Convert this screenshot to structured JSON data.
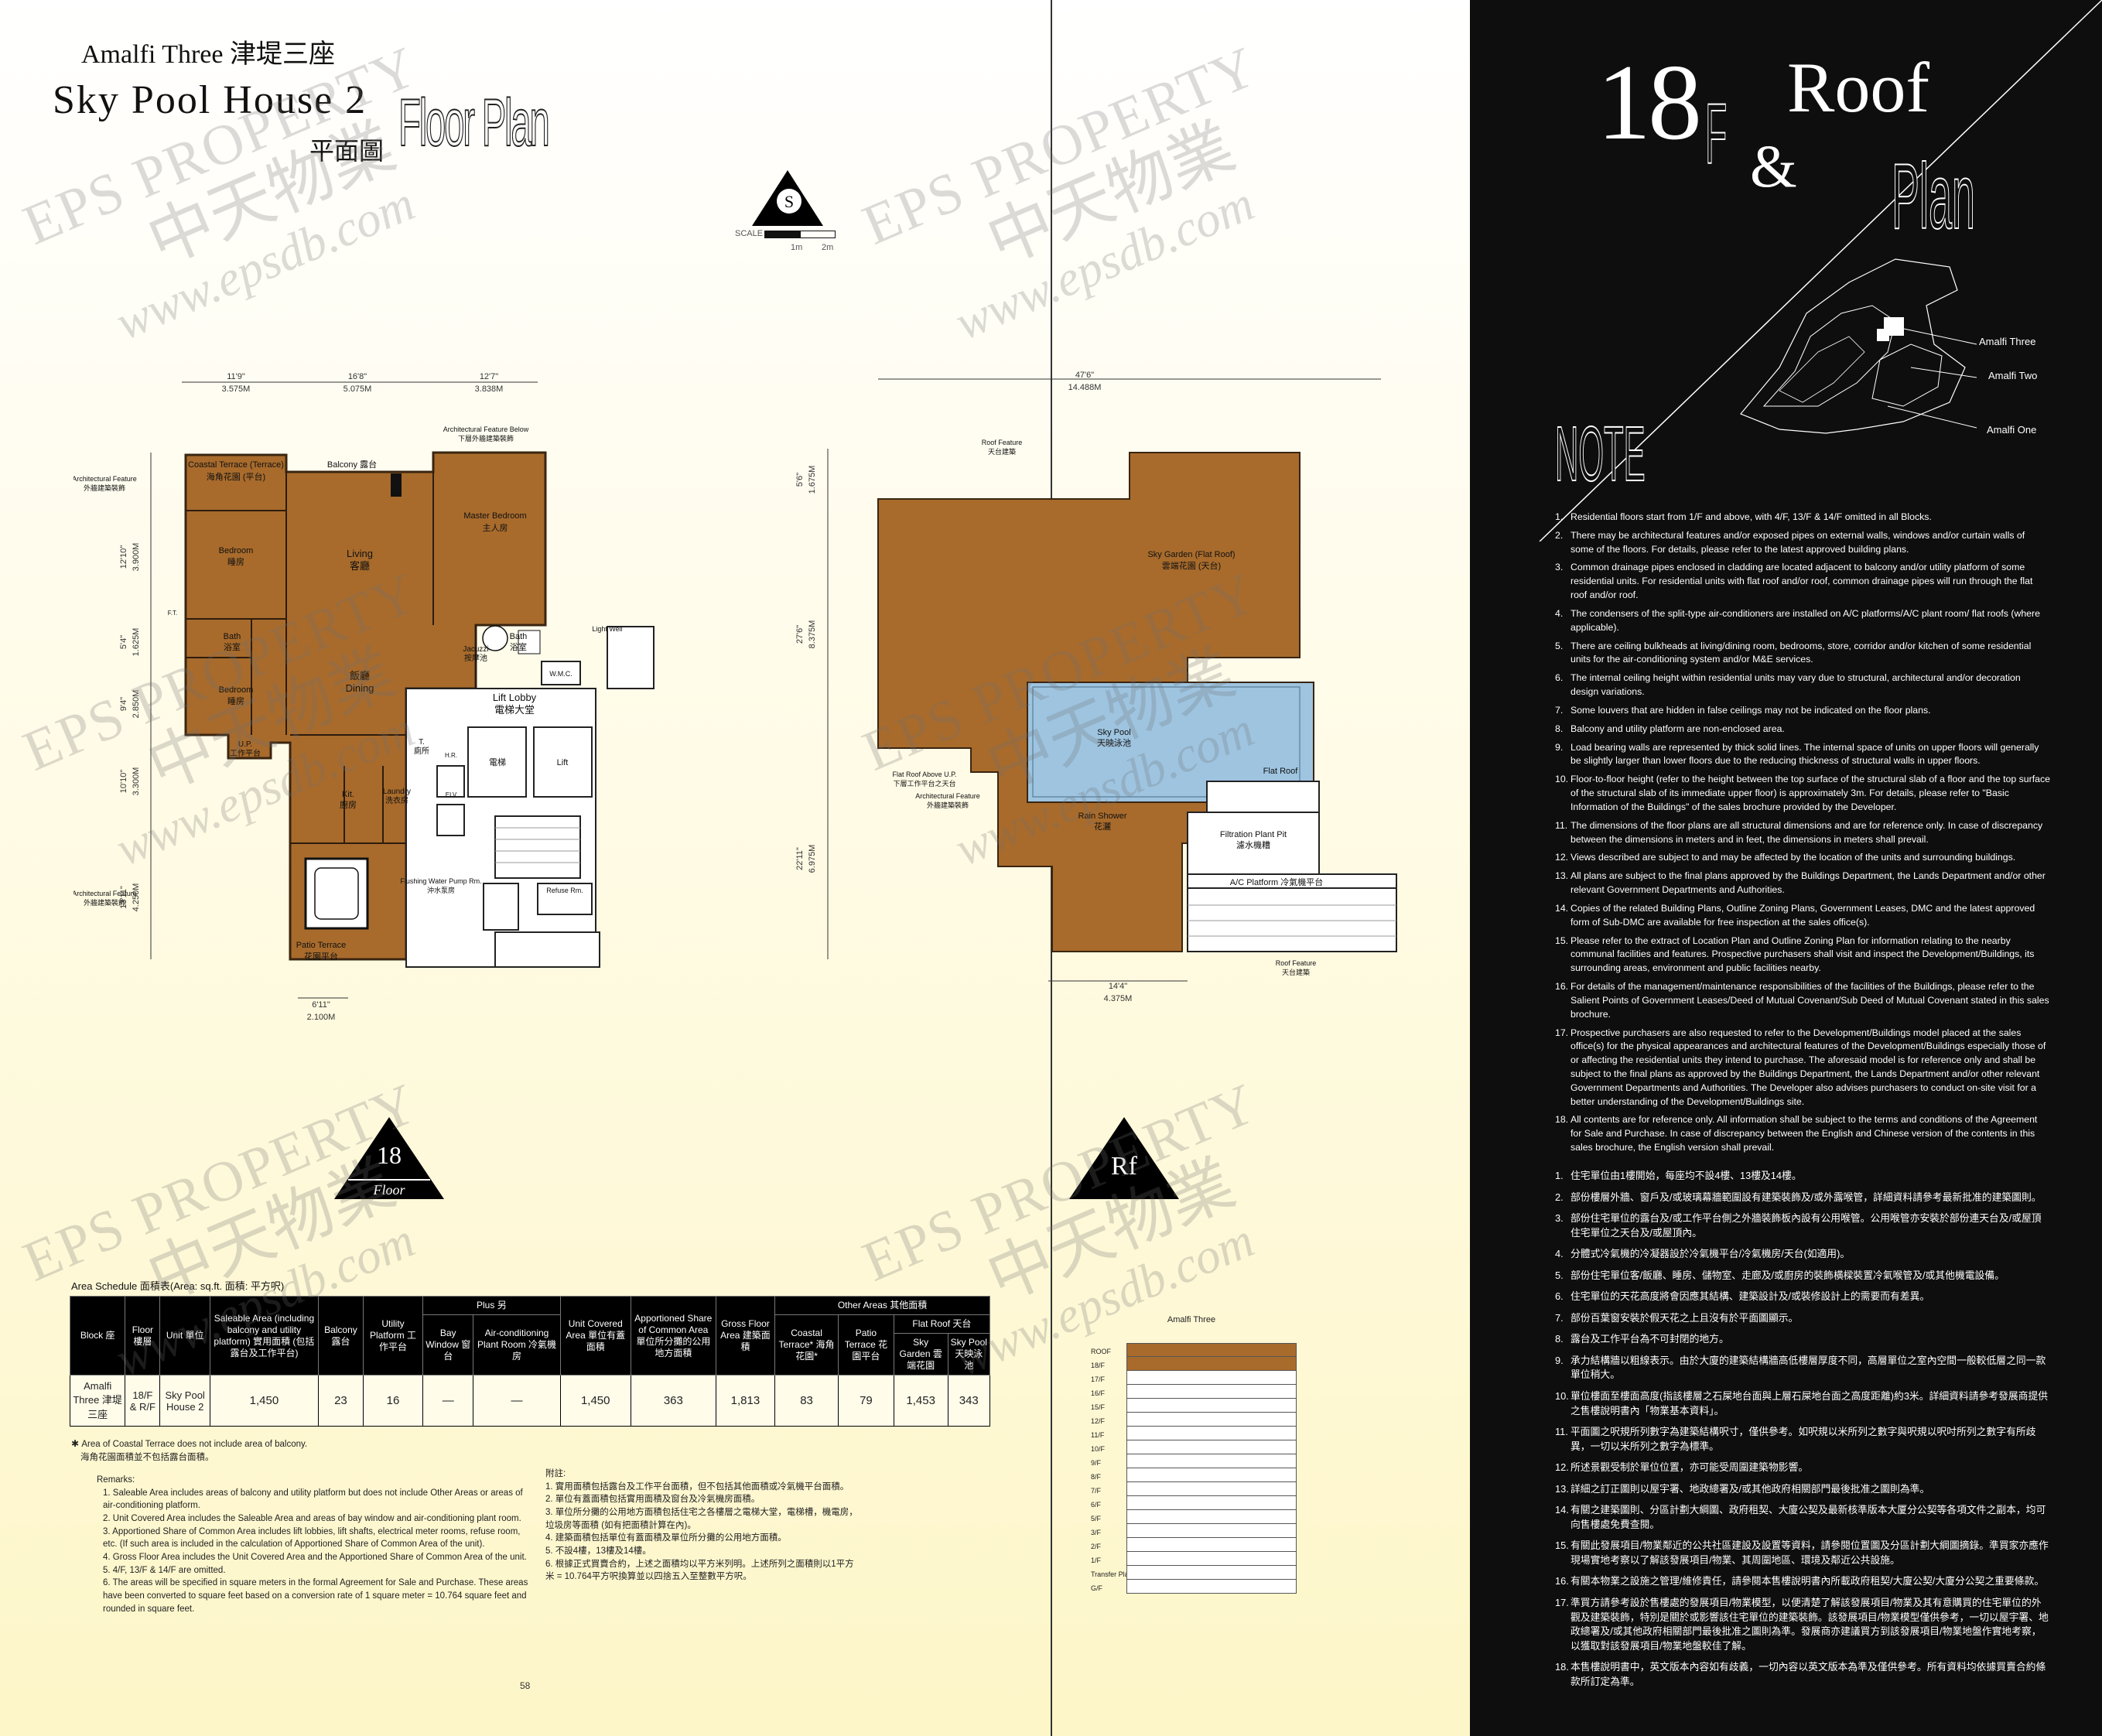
{
  "header": {
    "block": "Amalfi Three 津堤三座",
    "title": "Sky Pool House 2",
    "floor_plan": "Floor Plan",
    "floor_plan_cn": "平面圖"
  },
  "compass": {
    "letter": "S",
    "scale_label": "SCALE",
    "scale_1": "1m",
    "scale_2": "2m"
  },
  "plan_18": {
    "dims_top": [
      {
        "ft": "11'9\"",
        "m": "3.575M"
      },
      {
        "ft": "16'8\"",
        "m": "5.075M"
      },
      {
        "ft": "12'7\"",
        "m": "3.838M"
      }
    ],
    "dims_left": [
      {
        "ft": "12'10\"",
        "m": "3.900M"
      },
      {
        "ft": "5'4\"",
        "m": "1.625M"
      },
      {
        "ft": "9'4\"",
        "m": "2.850M"
      },
      {
        "ft": "10'10\"",
        "m": "3.300M"
      },
      {
        "ft": "13'11\"",
        "m": "4.250M"
      }
    ],
    "dim_bottom": {
      "ft": "6'11\"",
      "m": "2.100M"
    },
    "labels": {
      "coastal": "Coastal Terrace (Terrace)",
      "coastal_cn": "海角花園 (平台)",
      "balcony": "Balcony 露台",
      "arch_feature_below": "Architectural Feature Below",
      "arch_feature_below_cn": "下層外牆建築裝飾",
      "arch_feature": "Architectural Feature",
      "arch_feature_cn": "外牆建築裝飾",
      "bedroom": "Bedroom",
      "bedroom_cn": "睡房",
      "living": "Living",
      "living_cn": "客廳",
      "master": "Master Bedroom",
      "master_cn": "主人房",
      "bath": "Bath",
      "bath_cn": "浴室",
      "jacuzzi": "Jacuzzi",
      "jacuzzi_cn": "按摩池",
      "dining_cn": "飯廳",
      "dining": "Dining",
      "light_well": "Light Well",
      "wmc": "W.M.C.",
      "lift_lobby": "Lift Lobby",
      "lift_lobby_cn": "電梯大堂",
      "up": "U.P.",
      "up_cn": "工作平台",
      "t": "T.",
      "t_cn": "廁所",
      "kit": "Kit.",
      "kit_cn": "廚房",
      "laundry": "Laundry",
      "laundry_cn": "洗衣房",
      "lift_cn_1": "電梯",
      "lift": "Lift",
      "hr": "H.R.",
      "elv": "ELV",
      "ft": "F.T.",
      "flushing": "Flushing Water Pump Rm.",
      "flushing_cn": "沖水泵房",
      "refuse": "Refuse Rm.",
      "patio": "Patio Terrace",
      "patio_cn": "花園平台"
    }
  },
  "plan_rf": {
    "dim_top": {
      "ft": "47'6\"",
      "m": "14.488M"
    },
    "dims_left": [
      {
        "ft": "5'6\"",
        "m": "1.675M"
      },
      {
        "ft": "27'6\"",
        "m": "8.375M"
      },
      {
        "ft": "22'11\"",
        "m": "6.975M"
      }
    ],
    "dim_bottom": {
      "ft": "14'4\"",
      "m": "4.375M"
    },
    "labels": {
      "roof_feature": "Roof Feature",
      "roof_feature_cn": "天台建築",
      "sky_garden": "Sky Garden (Flat Roof)",
      "sky_garden_cn": "雲端花園 (天台)",
      "sky_pool": "Sky Pool",
      "sky_pool_cn": "天映泳池",
      "flat_roof": "Flat Roof",
      "flat_roof_above": "Flat Roof Above U.P.",
      "flat_roof_above_cn": "下層工作平台之天台",
      "arch_feature": "Architectural Feature",
      "arch_feature_cn": "外牆建築裝飾",
      "rain_shower": "Rain Shower",
      "rain_shower_cn": "花灑",
      "filtration": "Filtration Plant Pit",
      "filtration_cn": "濾水機糟",
      "ac_platform": "A/C Platform 冷氣機平台"
    }
  },
  "badges": {
    "floor_num": "18",
    "floor_word": "Floor",
    "roof": "Rf"
  },
  "area_schedule": {
    "title": "Area Schedule 面積表(Area: sq.ft. 面積: 平方呎)",
    "headers": {
      "block": "Block 座",
      "floor": "Floor 樓層",
      "unit": "Unit 單位",
      "saleable": "Saleable Area (including balcony and utility platform) 實用面積 (包括露台及工作平台)",
      "balcony": "Balcony 露台",
      "utility": "Utility Platform 工作平台",
      "plus": "Plus 另",
      "bay": "Bay Window 窗台",
      "ac_plant": "Air-conditioning Plant Room 冷氣機房",
      "ucov": "Unit Covered Area 單位有蓋面積",
      "apport": "Apportioned Share of Common Area 單位所分攤的公用地方面積",
      "gfa": "Gross Floor Area 建築面積",
      "other": "Other Areas 其他面積",
      "coastal": "Coastal Terrace* 海角花園*",
      "patio": "Patio Terrace 花園平台",
      "flat_roof": "Flat Roof 天台",
      "sky_garden": "Sky Garden 雲端花園",
      "sky_pool": "Sky Pool 天映泳池"
    },
    "row": {
      "block": "Amalfi Three 津堤三座",
      "floor": "18/F & R/F",
      "unit": "Sky Pool House 2",
      "saleable": "1,450",
      "balcony": "23",
      "utility": "16",
      "bay": "—",
      "ac_plant": "—",
      "ucov": "1,450",
      "apport": "363",
      "gfa": "1,813",
      "coastal": "83",
      "patio": "79",
      "sky_garden": "1,453",
      "sky_pool": "343"
    }
  },
  "footnotes": {
    "star_en": "Area of Coastal Terrace does not include area of balcony.",
    "star_cn": "海角花園面積並不包括露台面積。",
    "remarks_title": "Remarks:",
    "remarks": [
      "1. Saleable Area includes areas of balcony and utility platform but does not include Other Areas or areas of air-conditioning platform.",
      "2. Unit Covered Area includes the Saleable Area and areas of bay window and air-conditioning plant room.",
      "3. Apportioned Share of Common Area includes lift lobbies, lift shafts, electrical meter rooms, refuse room, etc. (If such area is included in the calculation of Apportioned Share of Common Area of the unit).",
      "4. Gross Floor Area includes the Unit Covered Area and the Apportioned Share of Common Area of the unit.",
      "5. 4/F, 13/F & 14/F are omitted.",
      "6. The areas will be specified in square meters in the formal Agreement for Sale and Purchase. These areas have been converted to square feet based on a conversion rate of 1 square meter = 10.764 square feet and rounded in square feet."
    ],
    "cn_title": "附註:",
    "cn_remarks": [
      "1. 實用面積包括露台及工作平台面積，但不包括其他面積或冷氣機平台面積。",
      "2. 單位有蓋面積包括實用面積及窗台及冷氣機房面積。",
      "3. 單位所分攤的公用地方面積包括住宅之各樓層之電梯大堂，電梯槽，機電房，垃圾房等面積 (如有把面積計算在內)。",
      "4. 建築面積包括單位有蓋面積及單位所分攤的公用地方面積。",
      "5. 不設4樓，13樓及14樓。",
      "6. 根據正式買賣合約，上述之面積均以平方米列明。上述所列之面積則以1平方米 = 10.764平方呎換算並以四捨五入至整數平方呎。"
    ],
    "page_number": "58"
  },
  "stack": {
    "title": "Amalfi Three",
    "floors": [
      "ROOF",
      "18/F",
      "17/F",
      "16/F",
      "15/F",
      "12/F",
      "11/F",
      "10/F",
      "9/F",
      "8/F",
      "7/F",
      "6/F",
      "5/F",
      "3/F",
      "2/F",
      "1/F",
      "Transfer Plate",
      "G/F"
    ]
  },
  "right_panel": {
    "title_18": "18",
    "title_f": "F",
    "title_roof": "Roof",
    "title_amp": "&",
    "title_plan": "Plan",
    "note_word": "NOTE",
    "key_labels": [
      "Amalfi Three",
      "Amalfi Two",
      "Amalfi One"
    ],
    "notes_en": [
      "Residential floors start from 1/F and above, with 4/F, 13/F & 14/F omitted in all Blocks.",
      "There may be architectural features and/or exposed pipes on external walls, windows and/or curtain walls of some of the floors. For details, please refer to the latest approved building plans.",
      "Common drainage pipes enclosed in cladding are located adjacent to balcony and/or utility platform of some residential units. For residential units with flat roof and/or roof, common drainage pipes will run through the flat roof and/or roof.",
      "The condensers of the split-type air-conditioners are installed on A/C platforms/A/C plant room/ flat roofs (where applicable).",
      "There are ceiling bulkheads at living/dining room, bedrooms, store, corridor and/or kitchen of some residential units for the air-conditioning system and/or M&E services.",
      "The internal ceiling height within residential units may vary due to structural, architectural and/or decoration design variations.",
      "Some louvers that are hidden in false ceilings may not be indicated on the floor plans.",
      "Balcony and utility platform are non-enclosed area.",
      "Load bearing walls are represented by thick solid lines. The internal space of units on upper floors will generally be slightly larger than lower floors due to the reducing thickness of structural walls in upper floors.",
      "Floor-to-floor height (refer to the height between the top surface of the structural slab of a floor and the top surface of the structural slab of its immediate upper floor) is approximately 3m. For details, please refer to \"Basic Information of the Buildings\" of the sales brochure provided by the Developer.",
      "The dimensions of the floor plans are all structural dimensions and are for reference only. In case of discrepancy between the dimensions in meters and in feet, the dimensions in meters shall prevail.",
      "Views described are subject to and may be affected by the location of the units and surrounding buildings.",
      "All plans are subject to the final plans approved by the Buildings Department, the Lands Department and/or other relevant Government Departments and Authorities.",
      "Copies of the related Building Plans, Outline Zoning Plans, Government Leases, DMC and the latest approved form of Sub-DMC are available for free inspection at the sales office(s).",
      "Please refer to the extract of Location Plan and Outline Zoning Plan for information relating to the nearby communal facilities and features. Prospective purchasers shall visit and inspect the Development/Buildings, its surrounding areas, environment and public facilities nearby.",
      "For details of the management/maintenance responsibilities of the facilities of the Buildings, please refer to the Salient Points of Government Leases/Deed of Mutual Covenant/Sub Deed of Mutual Covenant stated in this sales brochure.",
      "Prospective purchasers are also requested to refer to the Development/Buildings model placed at the sales office(s) for the physical appearances and architectural features of the Development/Buildings especially those of or affecting the residential units they intend to purchase. The aforesaid model is for reference only and shall be subject to the final plans as approved by the Buildings Department, the Lands Department and/or other relevant Government Departments and Authorities. The Developer also advises purchasers to conduct on-site visit for a better understanding of the Development/Buildings site.",
      "All contents are for reference only. All information shall be subject to the terms and conditions of the Agreement for Sale and Purchase. In case of discrepancy between the English and Chinese version of the contents in this sales brochure, the English version shall prevail."
    ],
    "notes_cn": [
      "住宅單位由1樓開始，每座均不設4樓、13樓及14樓。",
      "部份樓層外牆、窗戶及/或玻璃幕牆範圍設有建築裝飾及/或外露喉管，詳細資料請參考最新批准的建築圖則。",
      "部份住宅單位的露台及/或工作平台側之外牆裝飾板內設有公用喉管。公用喉管亦安裝於部份連天台及/或屋頂住宅單位之天台及/或屋頂內。",
      "分體式冷氣機的冷凝器設於冷氣機平台/冷氣機房/天台(如適用)。",
      "部份住宅單位客/飯廳、睡房、儲物室、走廊及/或廚房的裝飾横樑裝置冷氣喉管及/或其他機電設備。",
      "住宅單位的天花高度將會因應其結構、建築設計及/或裝修設計上的需要而有差異。",
      "部份百葉窗安裝於假天花之上且沒有於平面圖顯示。",
      "露台及工作平台為不可封閉的地方。",
      "承力結構牆以粗線表示。由於大廈的建築結構牆高低樓層厚度不同，高層單位之室內空間一般較低層之同一款單位稍大。",
      "單位樓面至樓面高度(指該樓層之石屎地台面與上層石屎地台面之高度距離)約3米。詳細資料請參考發展商提供之售樓說明書內「物業基本資料」。",
      "平面圖之呎規所列數字為建築結構呎寸，僅供參考。如呎規以米所列之數字與呎規以呎吋所列之數字有所歧異，一切以米所列之數字為標準。",
      "所述景觀受制於單位位置，亦可能受周圍建築物影響。",
      "詳細之訂正圖則以屋宇署、地政總署及/或其他政府相關部門最後批准之圖則為準。",
      "有關之建築圖則、分區計劃大綱圖、政府租契、大廈公契及最新核準版本大厦分公契等各項文件之副本，均可向售樓處免費查閱。",
      "有關此發展項目/物業鄰近的公共社區建設及設置等資料，請參閱位置圖及分區計劃大綱圖摘錄。準買家亦應作現場實地考察以了解該發展項目/物業、其周圍地區、環境及鄰近公共設施。",
      "有關本物業之設施之管理/維修責任，請參閱本售樓說明書內所載政府租契/大廈公契/大廈分公契之重要條款。",
      "準買方請參考設於售樓處的發展項目/物業模型，以便清楚了解該發展項目/物業及其有意購買的住宅單位的外觀及建築裝飾，特別是關於或影響該住宅單位的建築裝飾。該發展項目/物業模型僅供參考，一切以屋宇署、地政總署及/或其他政府相關部門最後批准之圖則為準。發展商亦建議買方到該發展項目/物業地盤作實地考察，以獲取對該發展項目/物業地盤較佳了解。",
      "本售樓說明書中，英文版本內容如有歧義，一切內容以英文版本為準及僅供參考。所有資料均依據買賣合約條款所訂定為準。"
    ]
  },
  "watermark": {
    "line1": "EPS PROPERTY",
    "line2": "中天物業",
    "line3": "www.epsdb.com"
  },
  "colors": {
    "unit": "#a86b2c",
    "pool": "#9ec4e0",
    "panel": "#0e0e0e"
  }
}
